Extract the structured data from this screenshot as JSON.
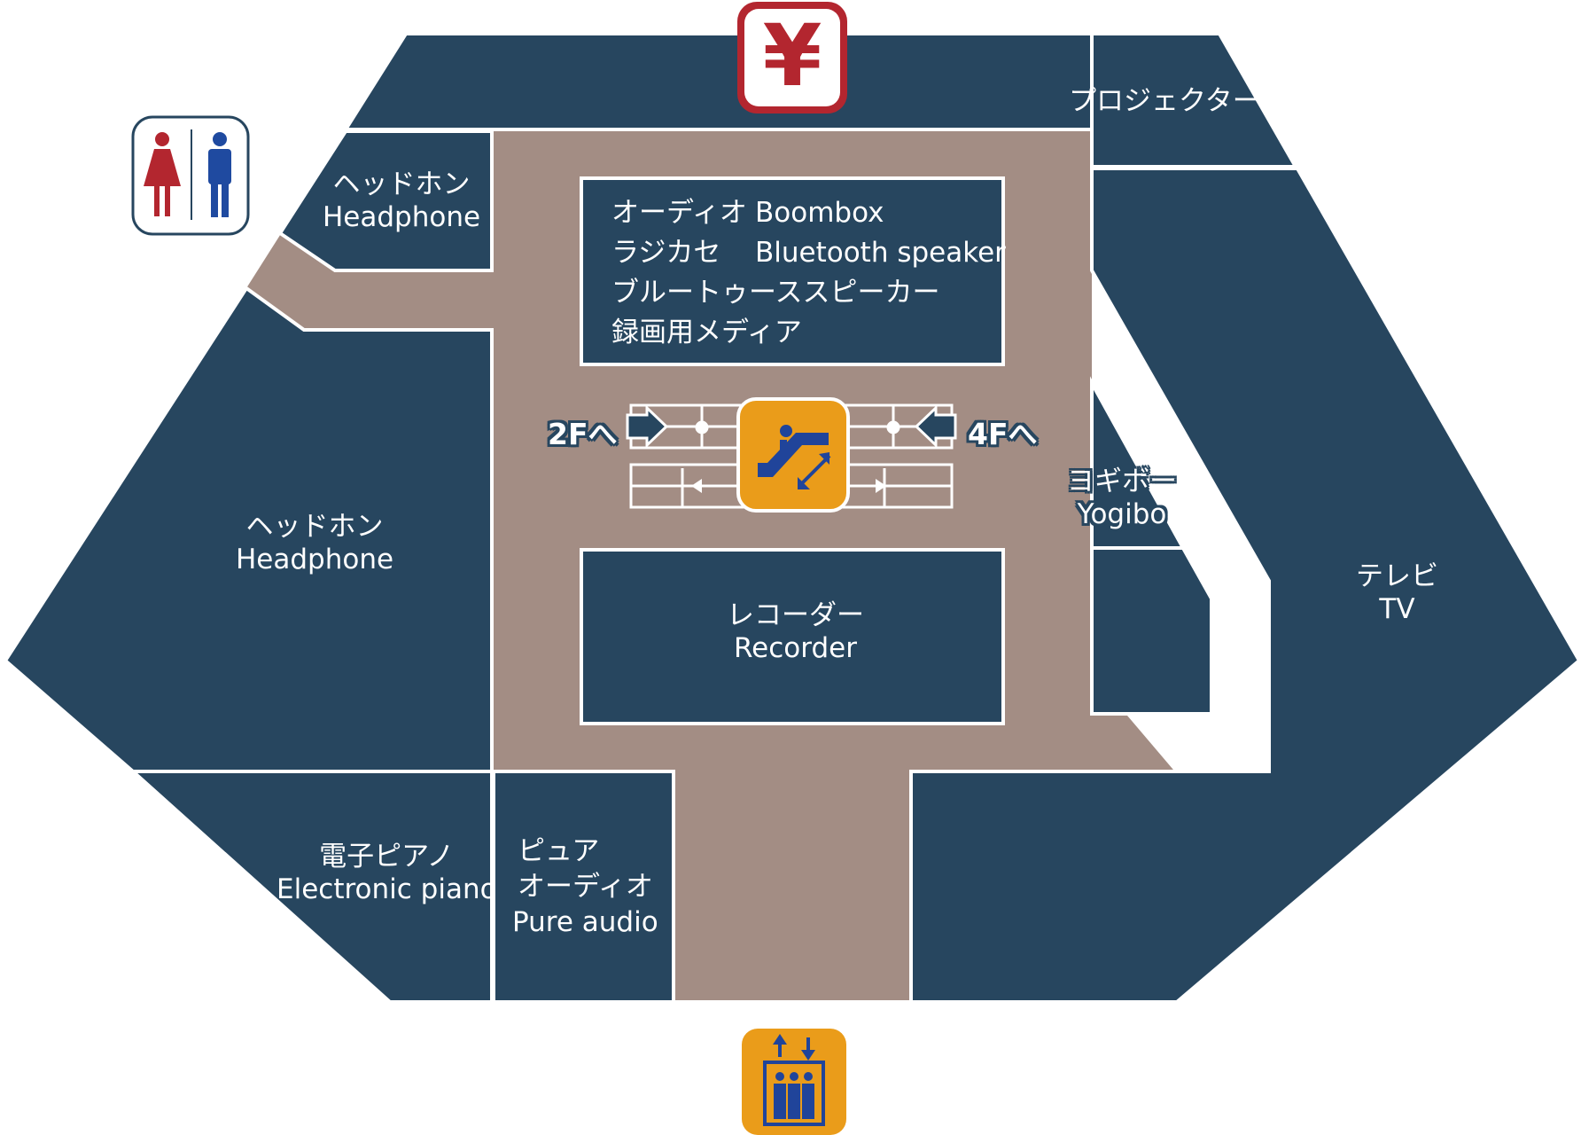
{
  "colors": {
    "zone": "#27465f",
    "corridor": "#a38d84",
    "border": "#ffffff",
    "escalator": "#ea9c1a",
    "elevator": "#ea9c1a",
    "icon_blue": "#20449a",
    "cashier_red": "#b3262f",
    "restroom_female": "#b3262f",
    "restroom_male": "#1f4aa0"
  },
  "icons": {
    "cashier": "yen-icon",
    "restroom": "restroom-icon",
    "escalator": "escalator-icon",
    "elevator": "elevator-icon"
  },
  "cashier": {
    "symbol": "¥"
  },
  "zones": {
    "projector": {
      "ja": "プロジェクター"
    },
    "headphone_top": {
      "ja": "ヘッドホン",
      "en": "Headphone"
    },
    "headphone_left": {
      "ja": "ヘッドホン",
      "en": "Headphone"
    },
    "audio": {
      "lines": [
        "オーディオ",
        "ラジカセ",
        "ブルートゥーススピーカー",
        "録画用メディア"
      ],
      "en_lines": [
        "Boombox",
        "Bluetooth speaker"
      ]
    },
    "yogibo": {
      "ja": "ヨギボー",
      "en": "Yogibo"
    },
    "tv": {
      "ja": "テレビ",
      "en": "TV"
    },
    "recorder": {
      "ja": "レコーダー",
      "en": "Recorder"
    },
    "piano": {
      "ja": "電子ピアノ",
      "en": "Electronic piano"
    },
    "pure_audio": {
      "ja1": "ピュア",
      "ja2": "オーディオ",
      "en": "Pure audio"
    }
  },
  "escalator": {
    "to_down": "2Fへ",
    "to_up": "4Fへ"
  }
}
